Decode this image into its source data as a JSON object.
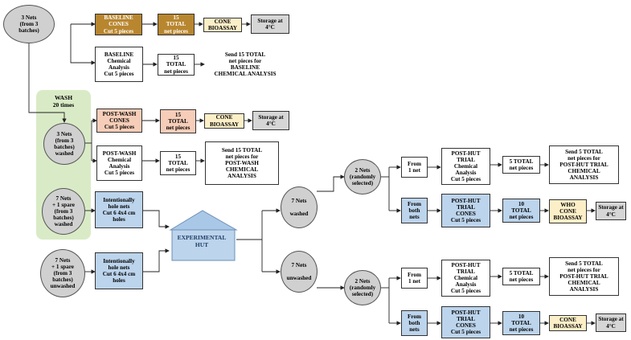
{
  "wash": {
    "label": "WASH\n20 times"
  },
  "hut": {
    "label": "EXPERIMENTAL\nHUT"
  },
  "nodes": {
    "n3nets": "3 Nets\n(from 3\nbatches)",
    "baseline_cones": "BASELINE\nCONES\nCut 5 pieces",
    "baseline_15": "15\nTOTAL\nnet pieces",
    "baseline_cone_bio": "CONE\nBIOASSAY",
    "baseline_storage": "Storage at\n4°C",
    "baseline_chem": "BASELINE\nChemical\nAnalysis\nCut 5 pieces",
    "baseline_chem_15": "15\nTOTAL\nnet pieces",
    "baseline_send": "Send 15 TOTAL\nnet pieces for\nBASELINE\nCHEMICAL ANALYSIS",
    "washed_3nets": "3 Nets\n(from 3\nbatches)\nwashed",
    "postwash_cones": "POST-WASH\nCONES\nCut 5 pieces",
    "postwash_15": "15\nTOTAL\nnet pieces",
    "postwash_cone_bio": "CONE\nBIOASSAY",
    "postwash_storage": "Storage at\n4°C",
    "postwash_chem": "POST-WASH\nChemical\nAnalysis\nCut 5 pieces",
    "postwash_chem_15": "15\nTOTAL\nnet pieces",
    "postwash_send": "Send 15 TOTAL\nnet pieces for\nPOST-WASH\nCHEMICAL\nANALYSIS",
    "washed_7nets": "7 Nets\n+ 1 spare\n(from 3\nbatches)\nwashed",
    "washed_holes": "Intentionally\nhole nets\nCut 6 4x4 cm\nholes",
    "unwashed_7nets": "7 Nets\n+ 1 spare\n(from 3\nbatches)\nunwashed",
    "unwashed_holes": "Intentionally\nhole nets\nCut 6 4x4 cm\nholes",
    "hut_washed": "7 Nets\n\nwashed",
    "hut_unwashed": "7 Nets\n\nunwashed",
    "w_2nets": "2 Nets\n(randomly\nselected)",
    "w_from1": "From\n1 net",
    "w_fromboth": "From\nboth\nnets",
    "w_chem": "POST-HUT\nTRIAL\nChemical\nAnalysis\nCut 5 pieces",
    "w_cones": "POST-HUT\nTRIAL\nCONES\nCut 5 pieces",
    "w_5total": "5 TOTAL\nnet pieces",
    "w_10total": "10\nTOTAL\nnet pieces",
    "w_send": "Send 5 TOTAL\nnet pieces for\nPOST-HUT TRIAL\nCHEMICAL\nANALYSIS",
    "w_who": "WHO\nCONE\nBIOASSAY",
    "w_storage": "Storage at\n4°C",
    "u_2nets": "2 Nets\n(randomly\nselected)",
    "u_from1": "From\n1 net",
    "u_fromboth": "From\nboth\nnets",
    "u_chem": "POST-HUT\nTRIAL\nChemical\nAnalysis\nCut 5 pieces",
    "u_cones": "POST-HUT\nTRIAL\nCONES\nCut 5 pieces",
    "u_5total": "5 TOTAL\nnet pieces",
    "u_10total": "10\nTOTAL\nnet pieces",
    "u_send": "Send 5 TOTAL\nnet pieces for\nPOST-HUT TRIAL\nCHEMICAL\nANALYSIS",
    "u_cone_bio": "CONE\nBIOASSAY",
    "u_storage": "Storage at\n4°C"
  },
  "colors": {
    "gold": "#b8862f",
    "peach": "#f6cdb8",
    "cream": "#fcefc8",
    "blue": "#bcd4ec",
    "grey": "#d6d6d6",
    "circle": "#d0d0d0",
    "wash_bg": "#d9ebc6"
  }
}
